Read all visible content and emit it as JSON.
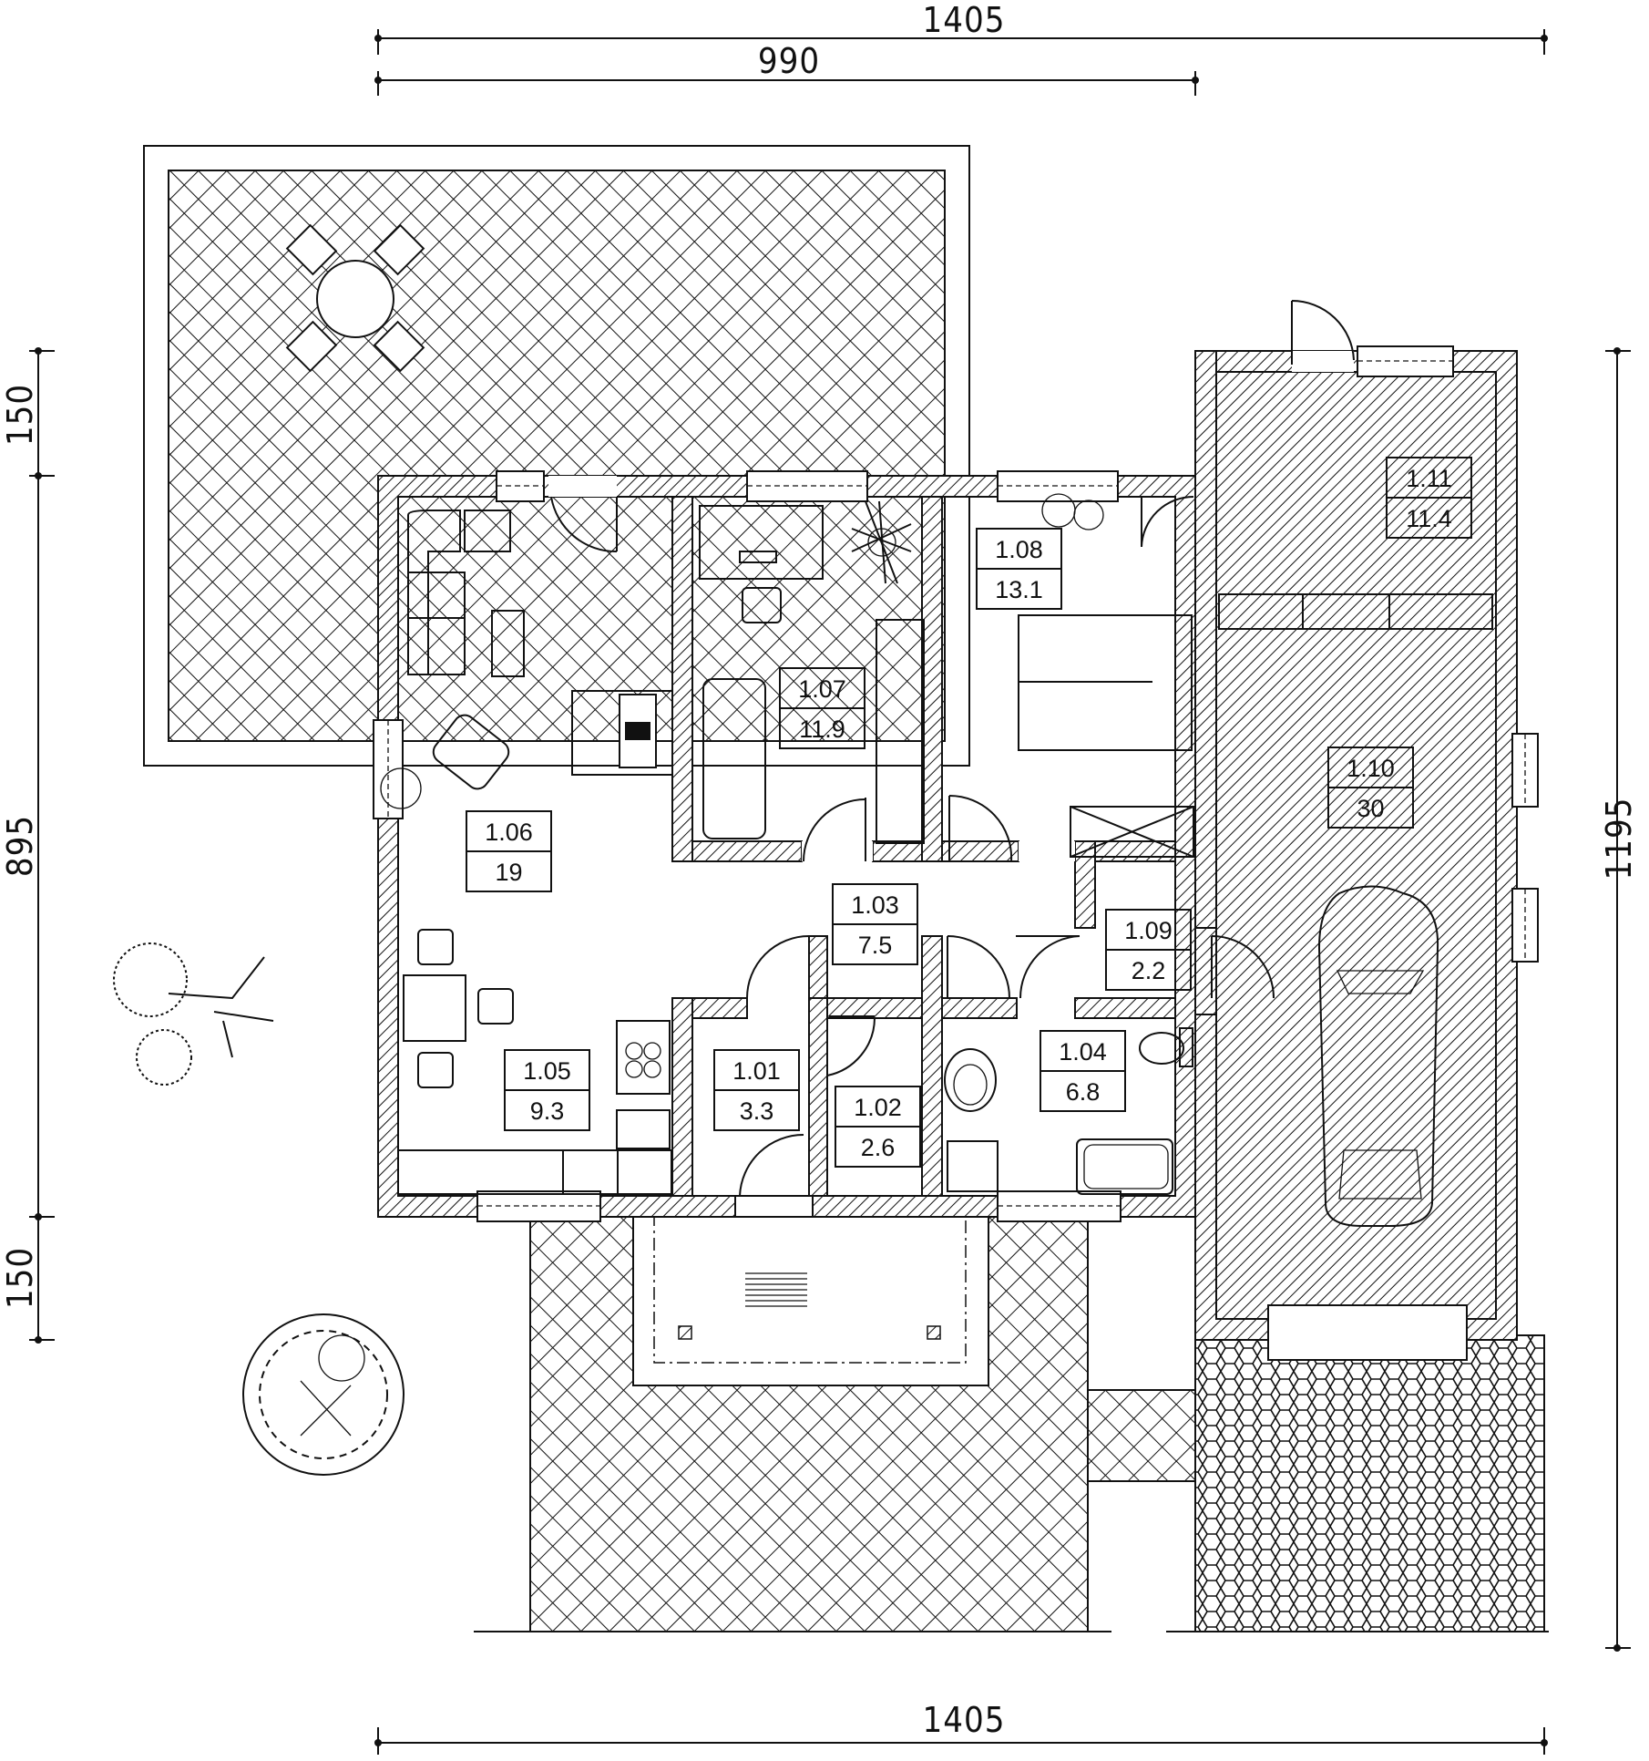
{
  "dimensions": {
    "top_total": "1405",
    "top_partial": "990",
    "bottom_total": "1405",
    "left_top": "150",
    "left_middle": "895",
    "left_bottom": "150",
    "right_total": "1195"
  },
  "rooms": [
    {
      "id": "1.01",
      "area": "3.3"
    },
    {
      "id": "1.02",
      "area": "2.6"
    },
    {
      "id": "1.03",
      "area": "7.5"
    },
    {
      "id": "1.04",
      "area": "6.8"
    },
    {
      "id": "1.05",
      "area": "9.3"
    },
    {
      "id": "1.06",
      "area": "19"
    },
    {
      "id": "1.07",
      "area": "11.9"
    },
    {
      "id": "1.08",
      "area": "13.1"
    },
    {
      "id": "1.09",
      "area": "2.2"
    },
    {
      "id": "1.10",
      "area": "30"
    },
    {
      "id": "1.11",
      "area": "11.4"
    }
  ]
}
